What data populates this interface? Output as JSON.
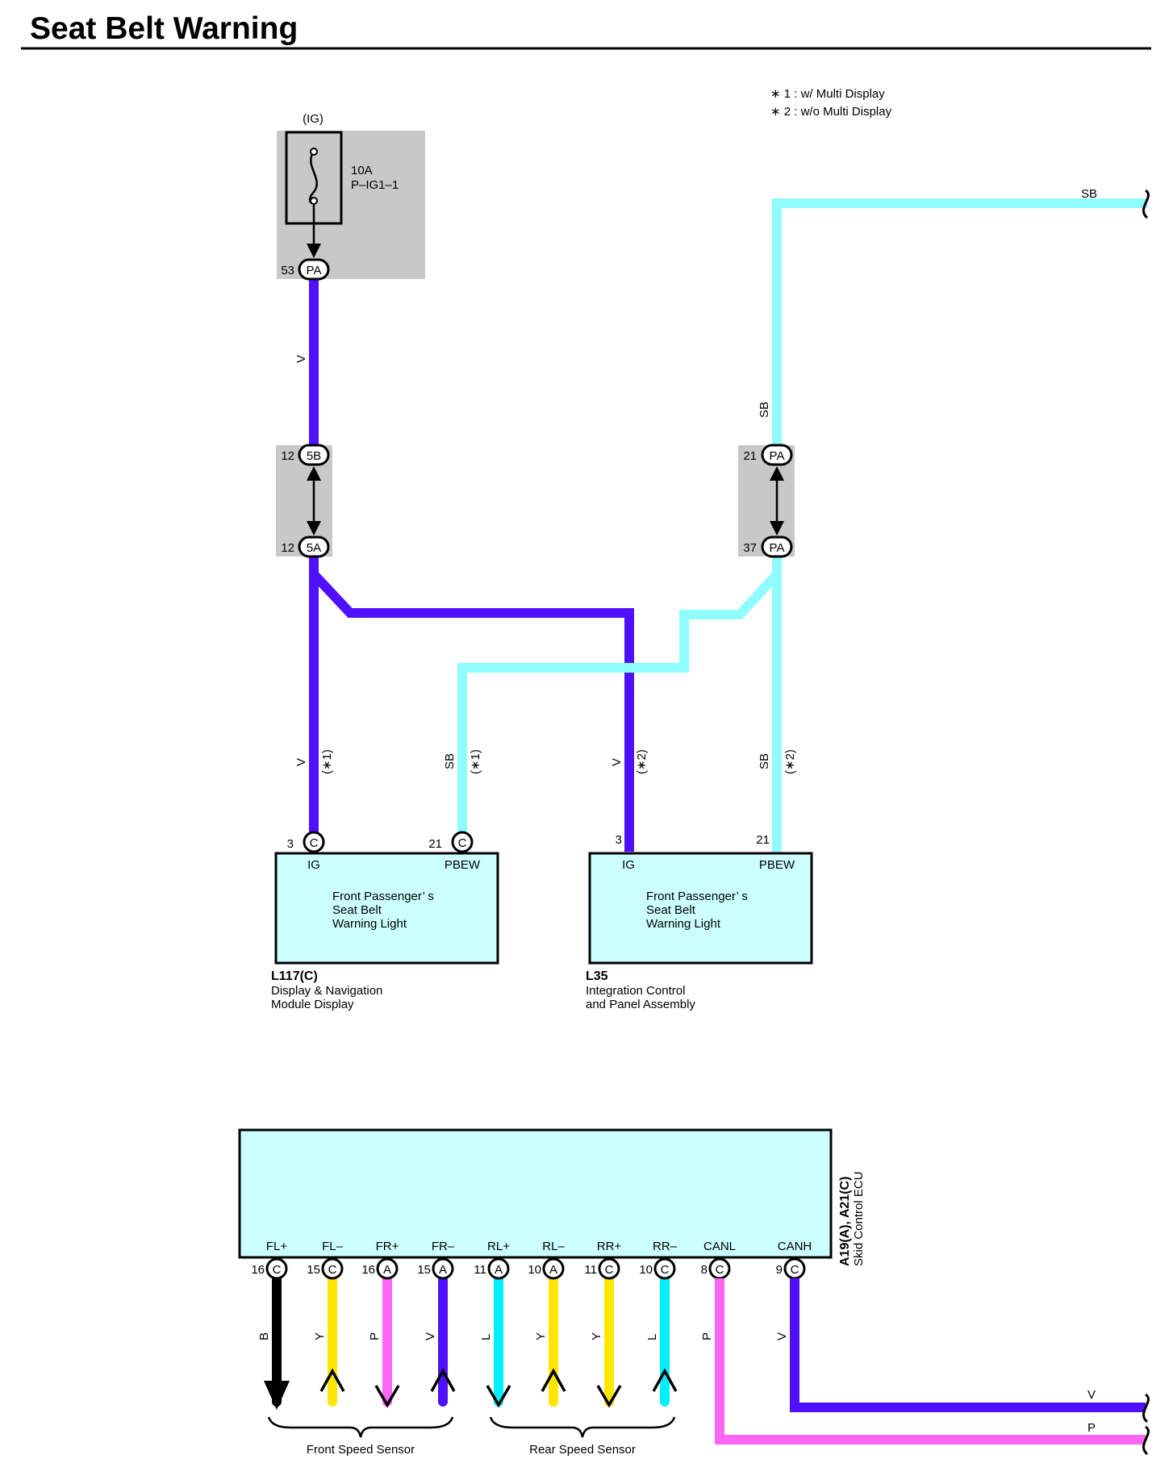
{
  "title": "Seat Belt Warning",
  "notes": [
    "∗ 1 : w/ Multi Display",
    "∗ 2 : w/o Multi Display"
  ],
  "colors": {
    "V": "#4f10ff",
    "SB": "#8ffcff",
    "L": "#00f0ff",
    "Y": "#ffe600",
    "P": "#ff66f5",
    "B": "#000000",
    "component_fill": "#ccffff",
    "junction_fill": "#c8c8c8"
  },
  "fuse": {
    "power_label": "(IG)",
    "rating": "10A",
    "name": "P–IG1–1",
    "connector_pin": "53",
    "connector": "PA"
  },
  "junction_left": {
    "top_pin": "12",
    "top_connector": "5B",
    "bottom_pin": "12",
    "bottom_connector": "5A"
  },
  "junction_right": {
    "top_pin": "21",
    "top_connector": "PA",
    "bottom_pin": "37",
    "bottom_connector": "PA"
  },
  "wire_labels": {
    "v_main": "V",
    "sb_right": "SB",
    "sb_top": "SB",
    "v_c1": "V",
    "v_c1_note": "(∗1)",
    "sb_c1": "SB",
    "sb_c1_note": "(∗1)",
    "v_c2": "V",
    "v_c2_note": "(∗2)",
    "sb_c2": "SB",
    "sb_c2_note": "(∗2)"
  },
  "component_l117": {
    "id": "L117(C)",
    "desc1": "Display & Navigation",
    "desc2": "Module Display",
    "pin_ig": "3",
    "pin_ig_conn": "C",
    "pin_ig_name": "IG",
    "pin_pbew": "21",
    "pin_pbew_conn": "C",
    "pin_pbew_name": "PBEW",
    "inner1": "Front Passenger’ s",
    "inner2": "Seat Belt",
    "inner3": "Warning Light"
  },
  "component_l35": {
    "id": "L35",
    "desc1": "Integration Control",
    "desc2": "and Panel Assembly",
    "pin_ig": "3",
    "pin_ig_name": "IG",
    "pin_pbew": "21",
    "pin_pbew_name": "PBEW",
    "inner1": "Front Passenger’ s",
    "inner2": "Seat Belt",
    "inner3": "Warning Light"
  },
  "ecu": {
    "id": "A19(A), A21(C)",
    "name": "Skid Control ECU",
    "pins": [
      {
        "name": "FL+",
        "num": "16",
        "conn": "C",
        "wire": "B",
        "color": "B",
        "dir": "down"
      },
      {
        "name": "FL–",
        "num": "15",
        "conn": "C",
        "wire": "Y",
        "color": "Y",
        "dir": "up"
      },
      {
        "name": "FR+",
        "num": "16",
        "conn": "A",
        "wire": "P",
        "color": "P",
        "dir": "down"
      },
      {
        "name": "FR–",
        "num": "15",
        "conn": "A",
        "wire": "V",
        "color": "V",
        "dir": "up"
      },
      {
        "name": "RL+",
        "num": "11",
        "conn": "A",
        "wire": "L",
        "color": "L",
        "dir": "down"
      },
      {
        "name": "RL–",
        "num": "10",
        "conn": "A",
        "wire": "Y",
        "color": "Y",
        "dir": "up"
      },
      {
        "name": "RR+",
        "num": "11",
        "conn": "C",
        "wire": "Y",
        "color": "Y",
        "dir": "down"
      },
      {
        "name": "RR–",
        "num": "10",
        "conn": "C",
        "wire": "L",
        "color": "L",
        "dir": "up"
      },
      {
        "name": "CANL",
        "num": "8",
        "conn": "C",
        "wire": "P",
        "color": "P",
        "dir": "none"
      },
      {
        "name": "CANH",
        "num": "9",
        "conn": "C",
        "wire": "V",
        "color": "V",
        "dir": "none"
      }
    ],
    "can_v_label": "V",
    "can_p_label": "P"
  },
  "front_sensor": "Front Speed Sensor",
  "rear_sensor": "Rear Speed Sensor"
}
